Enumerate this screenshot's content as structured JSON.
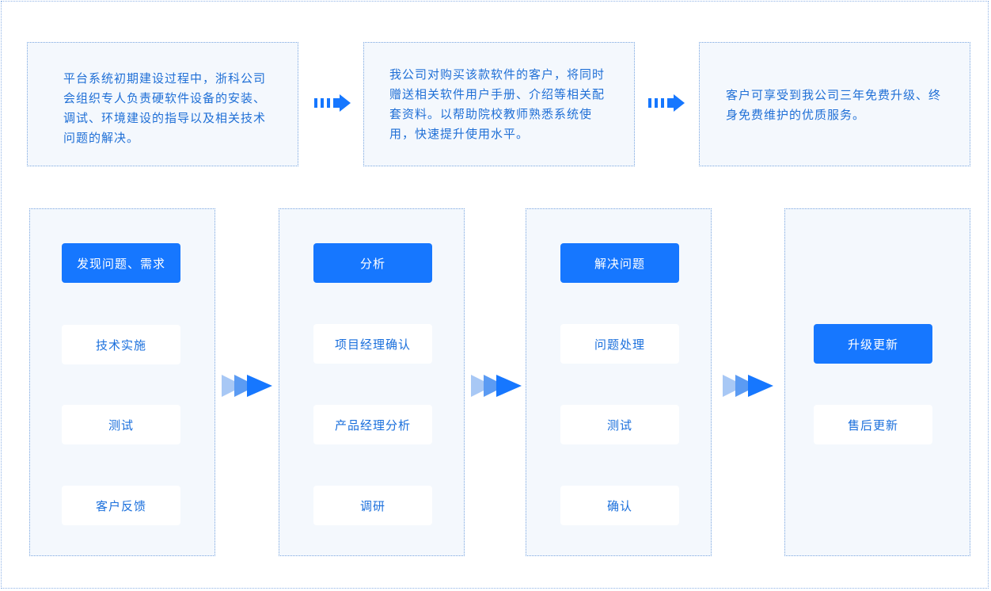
{
  "descriptions": [
    {
      "text": "平台系统初期建设过程中，浙科公司会组织专人负责硬软件设备的安装、调试、环境建设的指导以及相关技术问题的解决。"
    },
    {
      "text": "我公司对购买该款软件的客户，将同时赠送相关软件用户手册、介绍等相关配套资料。以帮助院校教师熟悉系统使用，快速提升使用水平。"
    },
    {
      "text": "客户可享受到我公司三年免费升级、终身免费维护的优质服务。"
    }
  ],
  "stages": [
    {
      "header": "发现问题、需求",
      "items": [
        "技术实施",
        "测试",
        "客户反馈"
      ]
    },
    {
      "header": "分析",
      "items": [
        "项目经理确认",
        "产品经理分析",
        "调研"
      ]
    },
    {
      "header": "解决问题",
      "items": [
        "问题处理",
        "测试",
        "确认"
      ]
    },
    {
      "header": "升级更新",
      "items": [
        "售后更新"
      ]
    }
  ],
  "colors": {
    "primary": "#1677ff",
    "text_blue": "#1f6fd6",
    "panel_bg": "#f4f8fd",
    "border": "#7aa6e0"
  }
}
